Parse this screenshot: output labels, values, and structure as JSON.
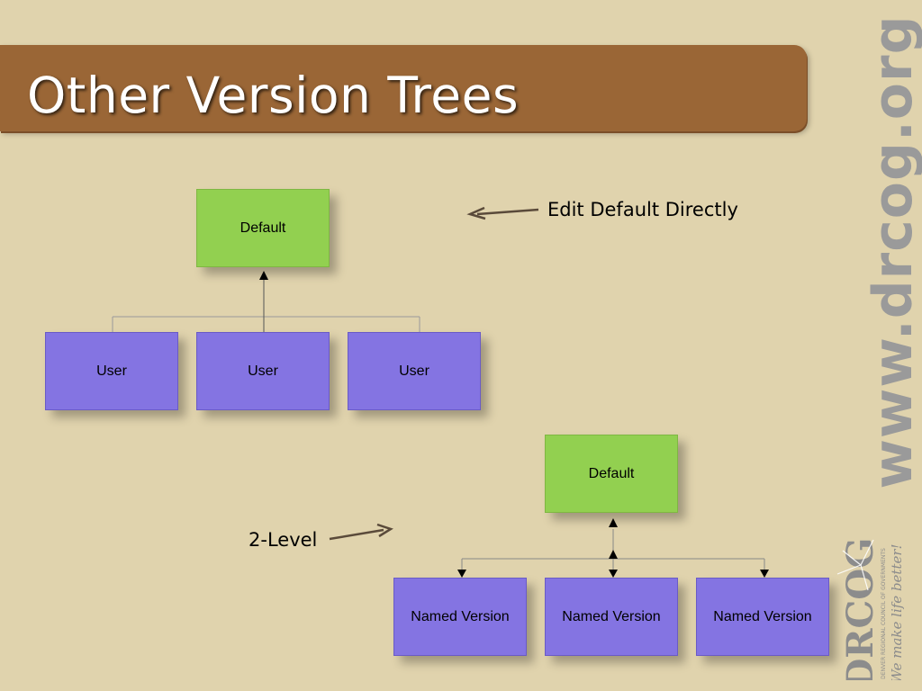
{
  "slide": {
    "title": "Other Version Trees",
    "side_url": "www.drcog.org",
    "logo_text": "DRCOG",
    "logo_subtitle": "DENVER REGIONAL COUNCIL OF GOVERNMENTS",
    "logo_tagline": "We make life better!"
  },
  "diagram1": {
    "root_label": "Default",
    "children": [
      "User",
      "User",
      "User"
    ],
    "annotation": "Edit Default Directly"
  },
  "diagram2": {
    "root_label": "Default",
    "children": [
      "Named Version",
      "Named Version",
      "Named Version"
    ],
    "annotation": "2-Level"
  },
  "colors": {
    "background": "#e0d3ad",
    "title_bar": "#9a6636",
    "default_node": "#92d050",
    "child_node": "#8474e2",
    "url_text": "#9a9a9a"
  }
}
